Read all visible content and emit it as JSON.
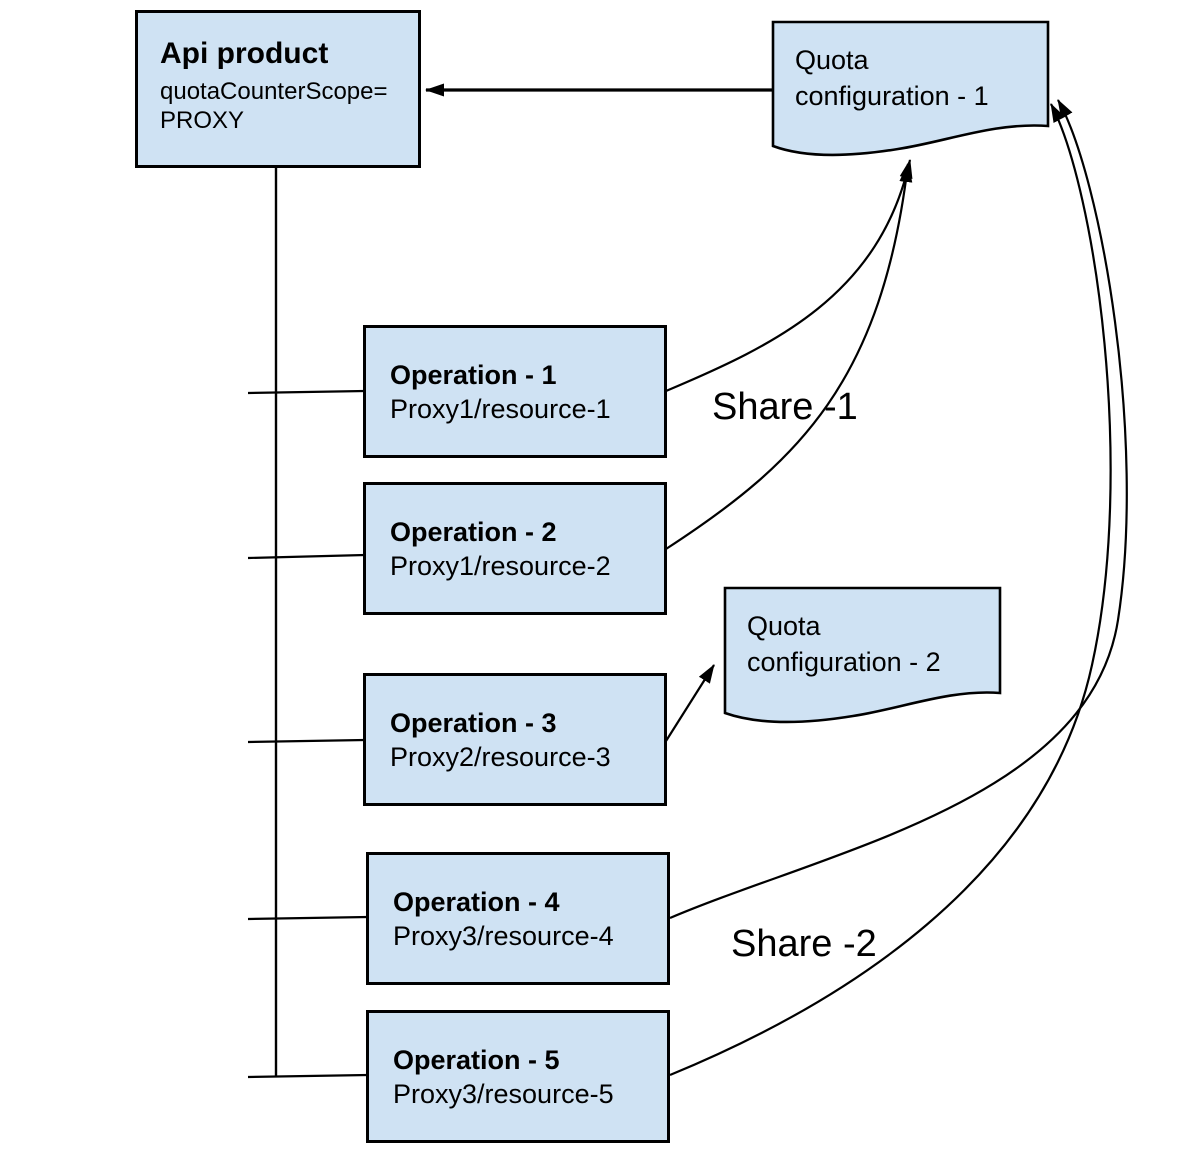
{
  "diagram": {
    "api_product": {
      "title": "Api product",
      "scope_label": "quotaCounterScope=",
      "scope_value": "PROXY"
    },
    "quota_configs": [
      {
        "label": "Quota configuration - 1"
      },
      {
        "label": "Quota configuration - 2"
      }
    ],
    "operations": [
      {
        "title": "Operation - 1",
        "path": "Proxy1/resource-1"
      },
      {
        "title": "Operation - 2",
        "path": "Proxy1/resource-2"
      },
      {
        "title": "Operation - 3",
        "path": "Proxy2/resource-3"
      },
      {
        "title": "Operation - 4",
        "path": "Proxy3/resource-4"
      },
      {
        "title": "Operation - 5",
        "path": "Proxy3/resource-5"
      }
    ],
    "share_labels": [
      {
        "text": "Share -1"
      },
      {
        "text": "Share -2"
      }
    ],
    "colors": {
      "node_fill": "#cfe2f3",
      "node_border": "#000000",
      "line": "#000000"
    }
  }
}
